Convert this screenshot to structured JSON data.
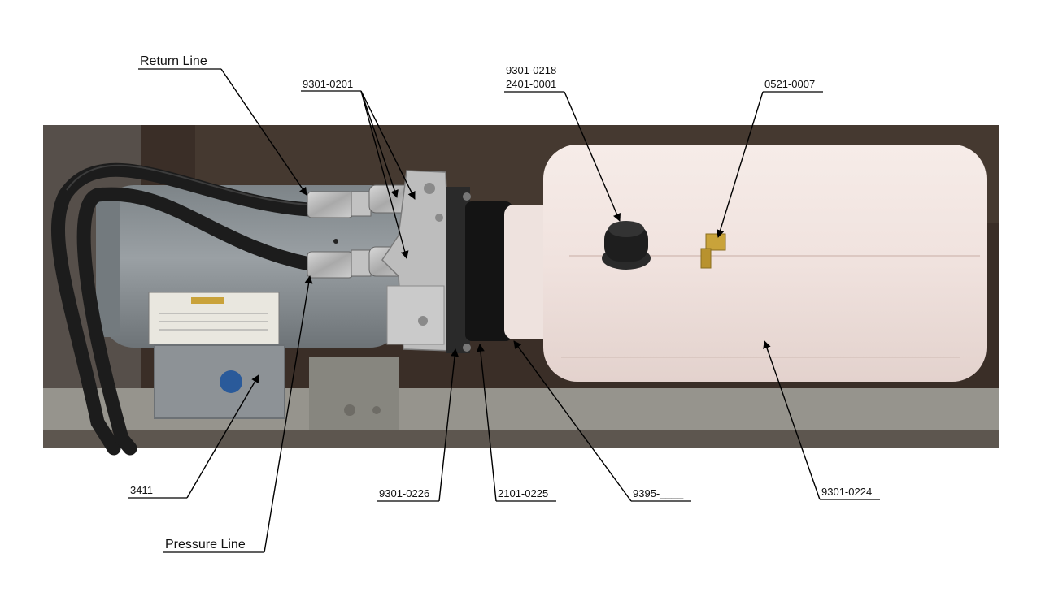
{
  "callouts": {
    "return_line": "Return Line",
    "pressure_line": "Pressure Line",
    "fittings": "9301-0201",
    "breather_cap_1": "9301-0218",
    "breather_cap_2": "2401-0001",
    "drain_fitting": "0521-0007",
    "motor_box": "3411-",
    "adapter_a": "9301-0226",
    "adapter_b": "2101-0225",
    "bracket": "9395-____",
    "reservoir": "9301-0224"
  },
  "colors": {
    "background": "#ffffff",
    "photo_bg": "#3a2e27",
    "motor": "#8c9296",
    "reservoir": "#f2e6e2",
    "hose": "#1c1c1c",
    "manifold": "#b8b8b8",
    "rail": "#96948d"
  }
}
